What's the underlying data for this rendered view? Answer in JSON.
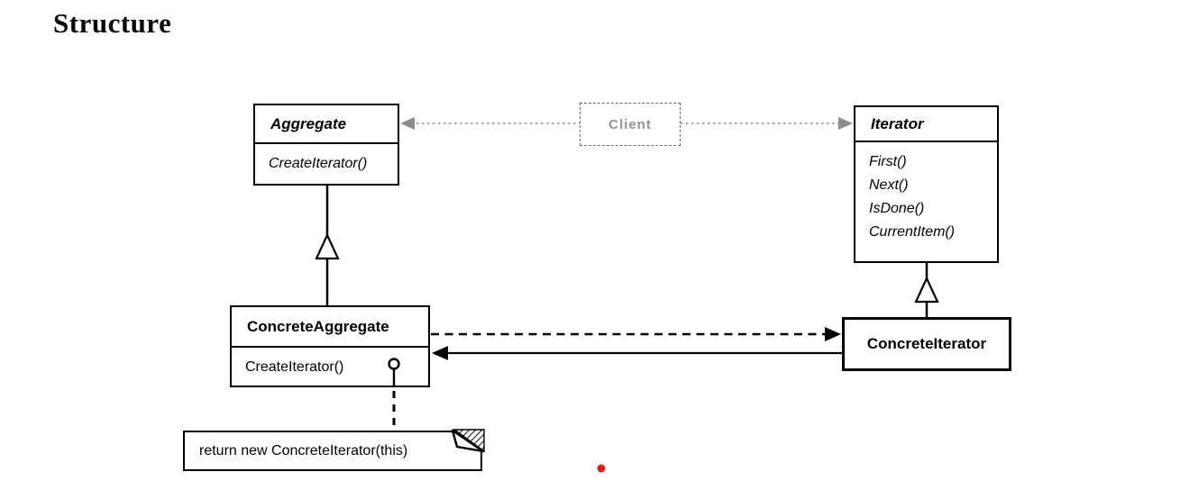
{
  "page": {
    "title": "Structure"
  },
  "colors": {
    "line": "#000000",
    "client_gray": "#9a9a9a",
    "dashed_dependency_gray": "#8c8c8c",
    "red_dot": "#e01e1e",
    "background": "#ffffff"
  },
  "diagram": {
    "aggregate": {
      "name": "Aggregate",
      "stereotype": "abstract",
      "methods": [
        "CreateIterator()"
      ]
    },
    "client": {
      "name": "Client"
    },
    "iterator": {
      "name": "Iterator",
      "stereotype": "abstract",
      "methods": [
        "First()",
        "Next()",
        "IsDone()",
        "CurrentItem()"
      ]
    },
    "concrete_aggregate": {
      "name": "ConcreteAggregate",
      "methods": [
        "CreateIterator()"
      ]
    },
    "concrete_iterator": {
      "name": "ConcreteIterator"
    },
    "note": {
      "text": "return new ConcreteIterator(this)"
    }
  }
}
